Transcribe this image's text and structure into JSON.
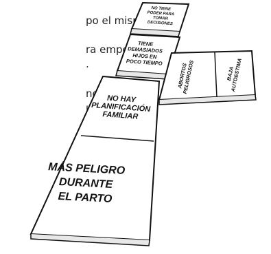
{
  "background_text": {
    "lines": [
      "po el mismo",
      "ra empezar el",
      ".",
      "",
      "ner",
      "us"
    ]
  },
  "cards": {
    "no_tiene_poder": "NO TIENE PODER PARA TOMAR DECISIONES",
    "demasiados_hijos": "TIENE DEMASIADOS HIJOS EN POCO TIEMPO",
    "abortos_peligrosos": "ABORTOS PELIGROSOS",
    "baja_autoestima": "BAJA AUTOESTIMA",
    "no_planificacion": "NO HAY PLANIFICACIÓN FAMILIAR",
    "mas_peligro": "MÁS PELIGRO DURANTE EL PARTO"
  }
}
